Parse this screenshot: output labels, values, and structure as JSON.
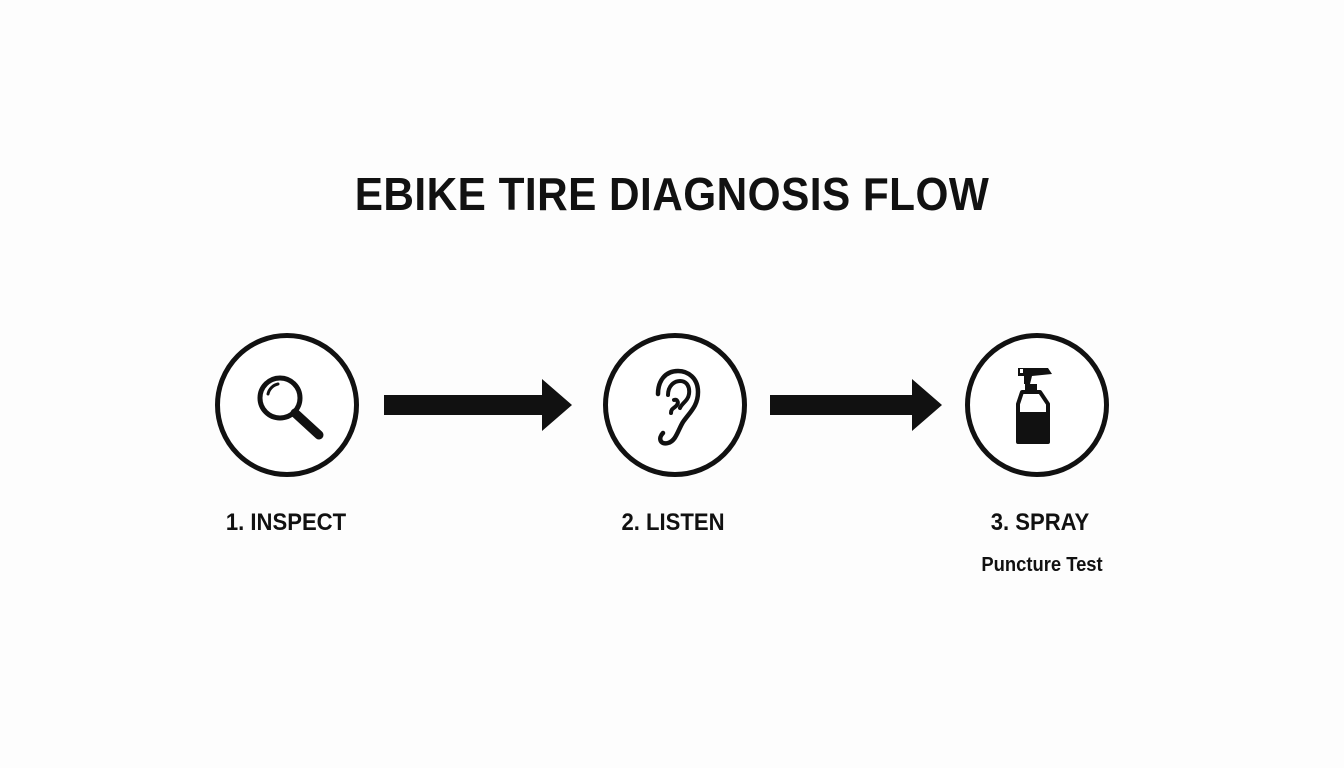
{
  "title": "EBIKE TIRE DIAGNOSIS FLOW",
  "steps": [
    {
      "label": "1. INSPECT",
      "icon": "magnifier-icon",
      "sublabel": ""
    },
    {
      "label": "2. LISTEN",
      "icon": "ear-icon",
      "sublabel": ""
    },
    {
      "label": "3. SPRAY",
      "icon": "spray-bottle-icon",
      "sublabel": "Puncture Test"
    }
  ],
  "colors": {
    "ink": "#111111",
    "background": "#fdfdfd"
  }
}
